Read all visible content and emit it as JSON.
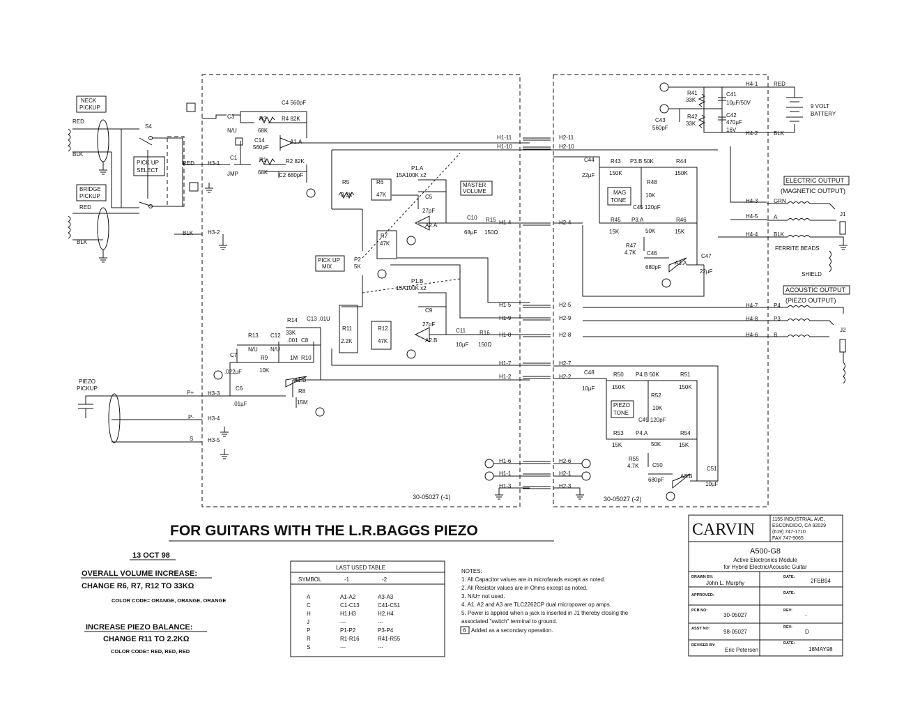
{
  "title": "FOR  GUITARS WITH THE L.R.BAGGS PIEZO",
  "date_stamp": "13 OCT 98",
  "notes_left": {
    "volume_heading": "OVERALL VOLUME INCREASE:",
    "volume_change": "CHANGE R6, R7, R12 TO 33KΩ",
    "volume_color": "COLOR CODE= ORANGE, ORANGE, ORANGE",
    "piezo_heading": "INCREASE PIEZO BALANCE:",
    "piezo_change": "CHANGE R11 TO 2.2KΩ",
    "piezo_color": "COLOR CODE= RED, RED, RED"
  },
  "last_used_table": {
    "title": "LAST USED TABLE",
    "headers": [
      "SYMBOL",
      "-1",
      "-2"
    ],
    "rows": [
      [
        "A",
        "A1-A2",
        "A3-A3"
      ],
      [
        "C",
        "C1-C13",
        "C41-C51"
      ],
      [
        "H",
        "H1,H3",
        "H2,H4"
      ],
      [
        "J",
        "---",
        "---"
      ],
      [
        "P",
        "P1-P2",
        "P3-P4"
      ],
      [
        "R",
        "R1-R16",
        "R41-R55"
      ],
      [
        "S",
        "---",
        "---"
      ]
    ]
  },
  "notes": {
    "heading": "NOTES:",
    "items": [
      "1. All Capacitor values are in microfarads except as noted.",
      "2. All Resistor values are in Ohms except as noted.",
      "3. N/U= not used.",
      "4. A1, A2 and A3 are TLC2262CP dual micropower op amps.",
      "5. Power is applied when a jack is inserted in J1 thereby closing the",
      "    associated \"switch\" terminal to ground.",
      "Added as a secondary operation."
    ],
    "flag": "6"
  },
  "title_block": {
    "company": "CARVIN",
    "address": [
      "1155 INDUSTRIAL AVE.",
      "ESCONDIDO, CA 92029",
      "(619) 747-1710",
      "FAX 747-9065"
    ],
    "part": "A500-G8",
    "desc1": "Active Electronics Module",
    "desc2": "for Hybrid Electric/Acoustic Guitar",
    "drawn_by_label": "DRAWN BY:",
    "drawn_by": "John L. Murphy",
    "date_label": "DATE:",
    "date1": "2FEB94",
    "approved_label": "APPROVED:",
    "pcb_label": "PCB NO:",
    "pcb": "30-05027",
    "rev_label": "REV:",
    "rev1": "-",
    "assy_label": "ASSY NO:",
    "assy": "98-05027",
    "rev2": "D",
    "revised_label": "REVISED BY:",
    "revised_by": "Eric Petersen",
    "date2": "18MAY98"
  },
  "schematic": {
    "board1": "30-05027   (-1)",
    "board2": "30-05027   (-2)",
    "boxes": {
      "neck": [
        "NECK",
        "PICKUP"
      ],
      "bridge": [
        "BRIDGE",
        "PICKUP"
      ],
      "select": [
        "PICK UP",
        "SELECT"
      ],
      "master": [
        "MASTER",
        "VOLUME"
      ],
      "mix": [
        "PICK UP",
        "MIX"
      ],
      "mag": [
        "MAG",
        "TONE"
      ],
      "piezo_tone": [
        "PIEZO",
        "TONE"
      ],
      "elec_out": "ELECTRIC OUTPUT",
      "elec_out2": "(MAGNETIC OUTPUT)",
      "ac_out": "ACOUSTIC OUTPUT",
      "ac_out2": "(PIEZO OUTPUT)"
    },
    "labels": [
      [
        "C4  560pF",
        404,
        150
      ],
      [
        "C3",
        326,
        170
      ],
      [
        "N/U",
        326,
        190
      ],
      [
        "R3",
        372,
        173
      ],
      [
        "68K",
        370,
        190
      ],
      [
        "R4  82K",
        404,
        173
      ],
      [
        "C14",
        365,
        204
      ],
      [
        "560pF",
        363,
        214
      ],
      [
        "A1.A",
        416,
        206
      ],
      [
        "C1",
        330,
        229
      ],
      [
        "JMP",
        326,
        252
      ],
      [
        "R1",
        372,
        232
      ],
      [
        "68K",
        370,
        250
      ],
      [
        "R2  82K",
        410,
        234
      ],
      [
        "C2  680pF",
        400,
        254
      ],
      [
        "S4",
        208,
        184
      ],
      [
        "RED",
        104,
        177
      ],
      [
        "BLK",
        104,
        224
      ],
      [
        "RED",
        114,
        300
      ],
      [
        "BLK",
        110,
        350
      ],
      [
        "RED",
        262,
        237
      ],
      [
        "BLK",
        262,
        337
      ],
      [
        "H3-1",
        298,
        237
      ],
      [
        "H3-2",
        298,
        336
      ],
      [
        "R5",
        491,
        264
      ],
      [
        "3.3K",
        489,
        282
      ],
      [
        "R6",
        540,
        264
      ],
      [
        "47K",
        540,
        282
      ],
      [
        "P1.A",
        590,
        244
      ],
      [
        "15A100K x2",
        568,
        254
      ],
      [
        "C5",
        610,
        285
      ],
      [
        "27pF",
        606,
        305
      ],
      [
        "A2.A",
        610,
        326
      ],
      [
        "C10",
        670,
        315
      ],
      [
        "68µF",
        666,
        336
      ],
      [
        "R15",
        697,
        318
      ],
      [
        "150Ω",
        695,
        336
      ],
      [
        "R7",
        546,
        341
      ],
      [
        "47K",
        545,
        352
      ],
      [
        "P2",
        508,
        375
      ],
      [
        "5K",
        508,
        385
      ],
      [
        "P1.B",
        590,
        406
      ],
      [
        "15A100K x2",
        568,
        416
      ],
      [
        "C9",
        610,
        448
      ],
      [
        "27pF",
        606,
        468
      ],
      [
        "A2.B",
        610,
        491
      ],
      [
        "C11",
        654,
        477
      ],
      [
        "10µF",
        654,
        497
      ],
      [
        "R16",
        688,
        480
      ],
      [
        "150Ω",
        686,
        497
      ],
      [
        "R11",
        491,
        474
      ],
      [
        "2.2K",
        489,
        492
      ],
      [
        "R12",
        542,
        474
      ],
      [
        "47K",
        542,
        492
      ],
      [
        "R14",
        412,
        462
      ],
      [
        "33K",
        410,
        480
      ],
      [
        "C13  .01U",
        440,
        460
      ],
      [
        "R13",
        356,
        484
      ],
      [
        "N/U",
        356,
        504
      ],
      [
        "C12",
        388,
        484
      ],
      [
        "N/U",
        388,
        504
      ],
      [
        ".001",
        412,
        491
      ],
      [
        "C8",
        432,
        491
      ],
      [
        "C7",
        330,
        512
      ],
      [
        ".022µF",
        322,
        536
      ],
      [
        "R9",
        374,
        516
      ],
      [
        "10K",
        372,
        534
      ],
      [
        "1M",
        416,
        516
      ],
      [
        "R10",
        432,
        516
      ],
      [
        "A1.B",
        422,
        548
      ],
      [
        "R8",
        428,
        564
      ],
      [
        "15M",
        426,
        580
      ],
      [
        "C6",
        338,
        560
      ],
      [
        ".01µF",
        334,
        582
      ],
      [
        "H3-3",
        298,
        567
      ],
      [
        "H3-4",
        298,
        603
      ],
      [
        "H3-5",
        298,
        634
      ],
      [
        "PIEZO",
        113,
        550
      ],
      [
        "PICKUP",
        110,
        560
      ],
      [
        "P+",
        268,
        566
      ],
      [
        "P-",
        270,
        601
      ],
      [
        "S",
        272,
        632
      ],
      [
        "H1-11",
        713,
        200
      ],
      [
        "H1-10",
        713,
        213
      ],
      [
        "H1-4",
        716,
        322
      ],
      [
        "H1-5",
        716,
        440
      ],
      [
        "H1-9",
        716,
        459
      ],
      [
        "H1-8",
        716,
        483
      ],
      [
        "H1-7",
        716,
        524
      ],
      [
        "H1-2",
        716,
        543
      ],
      [
        "H1-6",
        716,
        664
      ],
      [
        "H1-1",
        716,
        682
      ],
      [
        "H1-3",
        716,
        700
      ],
      [
        "H2-11",
        802,
        200
      ],
      [
        "H2-10",
        802,
        213
      ],
      [
        "H2-4",
        802,
        322
      ],
      [
        "H2-5",
        802,
        440
      ],
      [
        "H2-9",
        802,
        459
      ],
      [
        "H2-8",
        802,
        483
      ],
      [
        "H2-7",
        802,
        524
      ],
      [
        "H2-2",
        802,
        543
      ],
      [
        "H2-6",
        802,
        664
      ],
      [
        "H2-1",
        802,
        682
      ],
      [
        "H2-3",
        802,
        700
      ],
      [
        "C44",
        838,
        232
      ],
      [
        "22µF",
        835,
        254
      ],
      [
        "R43",
        876,
        234
      ],
      [
        "150K",
        874,
        251
      ],
      [
        "P3.B  50K",
        904,
        234
      ],
      [
        "R44",
        970,
        234
      ],
      [
        "150K",
        968,
        251
      ],
      [
        "R48",
        928,
        264
      ],
      [
        "10K",
        926,
        283
      ],
      [
        "C45  120pF",
        908,
        300
      ],
      [
        "R45",
        876,
        318
      ],
      [
        "15K",
        874,
        335
      ],
      [
        "P3.A",
        906,
        318
      ],
      [
        "50K",
        926,
        334
      ],
      [
        "R46",
        970,
        318
      ],
      [
        "15K",
        968,
        335
      ],
      [
        "R47",
        898,
        355
      ],
      [
        "4.7K",
        896,
        365
      ],
      [
        "C46",
        928,
        366
      ],
      [
        "680pF",
        926,
        386
      ],
      [
        "A3.A",
        968,
        380
      ],
      [
        "C47",
        1006,
        370
      ],
      [
        "22µF",
        1004,
        392
      ],
      [
        "R41",
        986,
        136
      ],
      [
        "33K",
        984,
        146
      ],
      [
        "C41",
        1042,
        138
      ],
      [
        "10µF/50V",
        1042,
        150
      ],
      [
        "R42",
        986,
        170
      ],
      [
        "33K",
        984,
        180
      ],
      [
        "C42",
        1042,
        168
      ],
      [
        "470µF",
        1042,
        178
      ],
      [
        "16V",
        1042,
        189
      ],
      [
        "C43",
        940,
        175
      ],
      [
        "560pF",
        936,
        186
      ],
      [
        "H4-1",
        1070,
        123
      ],
      [
        "H4-2",
        1070,
        194
      ],
      [
        "H4-3",
        1070,
        291
      ],
      [
        "H4-5",
        1070,
        313
      ],
      [
        "H4-4",
        1070,
        339
      ],
      [
        "H4-7",
        1070,
        441
      ],
      [
        "H4-8",
        1070,
        460
      ],
      [
        "H4-6",
        1070,
        483
      ],
      [
        "RED",
        1110,
        123
      ],
      [
        "BLK",
        1110,
        194
      ],
      [
        "GRN",
        1110,
        291
      ],
      [
        "A",
        1110,
        314
      ],
      [
        "BLK",
        1110,
        339
      ],
      [
        "P4",
        1110,
        441
      ],
      [
        "P3",
        1110,
        460
      ],
      [
        "B",
        1110,
        483
      ],
      [
        "9 VOLT",
        1163,
        155
      ],
      [
        "BATTERY",
        1163,
        166
      ],
      [
        "J1",
        1205,
        310
      ],
      [
        "J2",
        1205,
        476
      ],
      [
        "FERRITE BEADS",
        1112,
        359
      ],
      [
        "SHIELD",
        1150,
        396
      ],
      [
        "C48",
        838,
        537
      ],
      [
        "10µF",
        835,
        560
      ],
      [
        "R50",
        880,
        540
      ],
      [
        "150K",
        878,
        558
      ],
      [
        "P4.B  50K",
        912,
        540
      ],
      [
        "R51",
        976,
        540
      ],
      [
        "150K",
        974,
        558
      ],
      [
        "R52",
        934,
        570
      ],
      [
        "10K",
        936,
        588
      ],
      [
        "C49  120pF",
        916,
        605
      ],
      [
        "R53",
        880,
        624
      ],
      [
        "15K",
        878,
        641
      ],
      [
        "P4.A",
        912,
        624
      ],
      [
        "50K",
        934,
        640
      ],
      [
        "R54",
        976,
        624
      ],
      [
        "15K",
        974,
        641
      ],
      [
        "R55",
        902,
        661
      ],
      [
        "4.7K",
        900,
        671
      ],
      [
        "C50",
        936,
        670
      ],
      [
        "680pF",
        930,
        691
      ],
      [
        "A3.B",
        976,
        686
      ],
      [
        "C51",
        1014,
        675
      ],
      [
        "10µF",
        1012,
        697
      ]
    ]
  }
}
